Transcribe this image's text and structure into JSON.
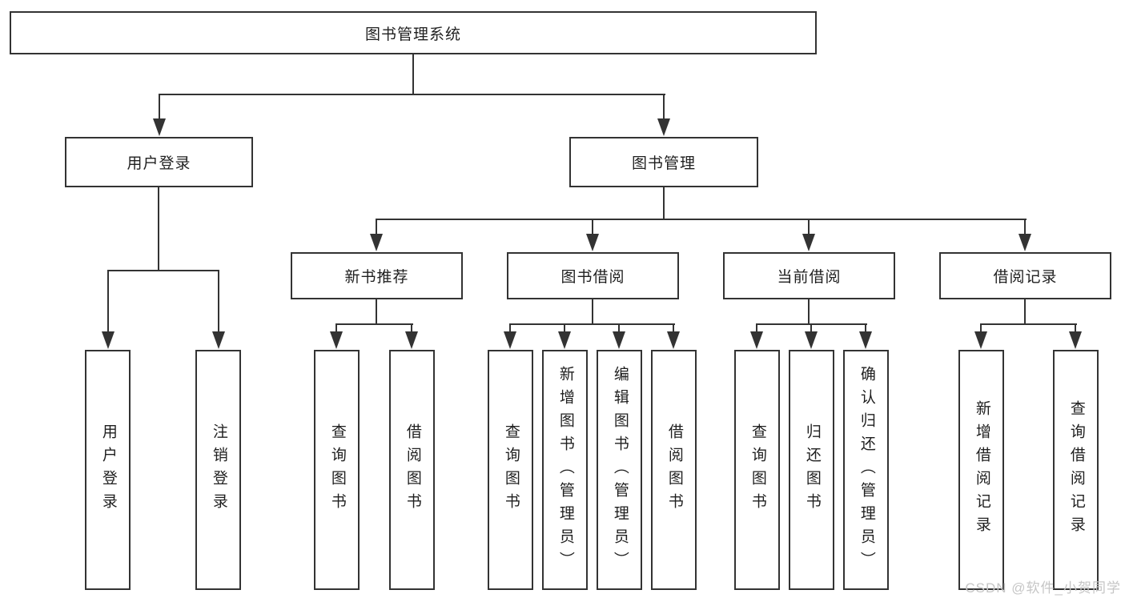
{
  "tree": {
    "label": "图书管理系统",
    "children": [
      {
        "label": "用户登录",
        "children": [
          {
            "label": "用户登录"
          },
          {
            "label": "注销登录"
          }
        ]
      },
      {
        "label": "图书管理",
        "children": [
          {
            "label": "新书推荐",
            "children": [
              {
                "label": "查询图书"
              },
              {
                "label": "借阅图书"
              }
            ]
          },
          {
            "label": "图书借阅",
            "children": [
              {
                "label": "查询图书"
              },
              {
                "label": "新增图书（管理员）"
              },
              {
                "label": "编辑图书（管理员）"
              },
              {
                "label": "借阅图书"
              }
            ]
          },
          {
            "label": "当前借阅",
            "children": [
              {
                "label": "查询图书"
              },
              {
                "label": "归还图书"
              },
              {
                "label": "确认归还（管理员）"
              }
            ]
          },
          {
            "label": "借阅记录",
            "children": [
              {
                "label": "新增借阅记录"
              },
              {
                "label": "查询借阅记录"
              }
            ]
          }
        ]
      }
    ]
  },
  "watermark": {
    "text": "CSDN @软件_小贺同学"
  },
  "colors": {
    "line": "#333333",
    "text": "#1f1f1f",
    "background": "#ffffff",
    "watermark": "#c6c6c6"
  }
}
